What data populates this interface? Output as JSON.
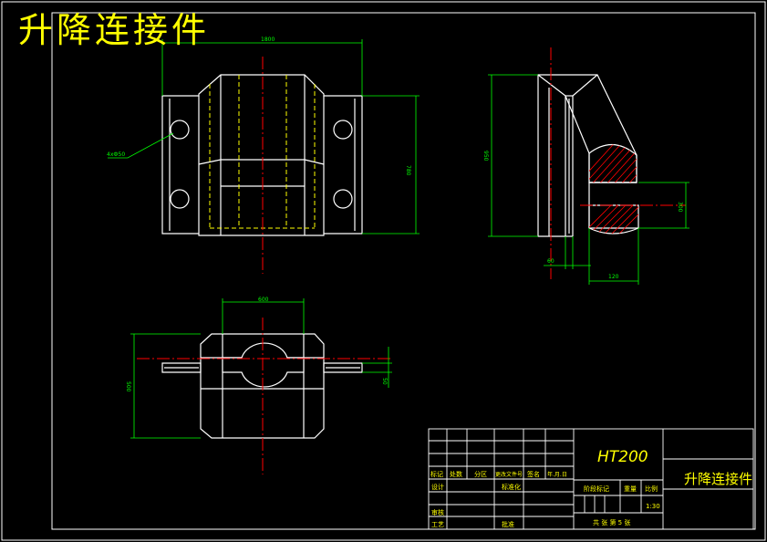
{
  "drawing": {
    "title": "升降连接件",
    "part_name": "升降连接件",
    "material": "HT200",
    "scale": "1:30",
    "sheet_label": "共 张 第 5 张",
    "colors": {
      "background": "#000000",
      "outline": "#ffffff",
      "dimension": "#00ff00",
      "centerline": "#ff0000",
      "hidden": "#ffff00",
      "hatch": "#ff0000",
      "title": "#ffff00"
    }
  },
  "dimensions": {
    "front_top_width": "1800",
    "front_height": "780",
    "hole_callout": "4xФ50",
    "side_height": "950",
    "side_small_height": "300",
    "side_offset": "60",
    "side_depth": "120",
    "top_width": "600",
    "top_height": "500",
    "top_small": "50"
  },
  "title_block": {
    "labels": {
      "mark": "标记",
      "count": "处数",
      "zone": "分区",
      "change_doc": "更改文件号",
      "signature": "签名",
      "date": "年.月.日",
      "design": "设计",
      "standardize": "标准化",
      "stage_mark": "阶段标记",
      "weight": "重量",
      "ratio": "比例",
      "review": "审核",
      "process": "工艺",
      "approve": "批准"
    }
  }
}
